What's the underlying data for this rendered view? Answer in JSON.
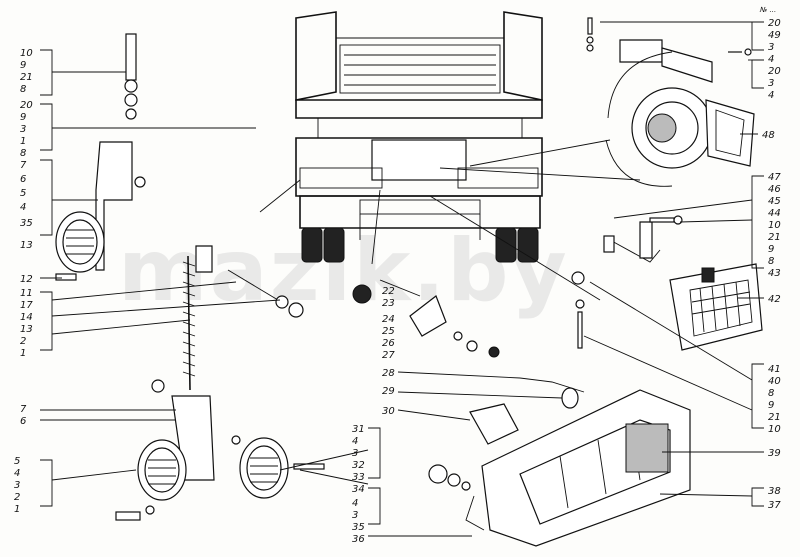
{
  "watermark": "mazik.by",
  "corner_mark": "№ ...",
  "callouts": {
    "tl": [
      "10",
      "9",
      "21",
      "8",
      "20",
      "9",
      "3",
      "1",
      "8",
      "7",
      "6",
      "5",
      "4",
      "35",
      "13",
      "12",
      "11",
      "17",
      "14",
      "13",
      "2",
      "1"
    ],
    "tr": [
      "20",
      "49",
      "3",
      "4",
      "20",
      "3",
      "4"
    ],
    "r48": "48",
    "rmid": [
      "47",
      "46",
      "45",
      "44",
      "10",
      "21",
      "9",
      "8",
      "43"
    ],
    "r42": "42",
    "rlow": [
      "41",
      "40",
      "8",
      "9",
      "21",
      "10"
    ],
    "c": [
      "22",
      "23",
      "24",
      "25",
      "26",
      "27",
      "28",
      "29",
      "30"
    ],
    "r39": "39",
    "rbot": [
      "38",
      "37"
    ],
    "cbot": [
      "31",
      "4",
      "3",
      "32",
      "33",
      "34",
      "4",
      "3",
      "35",
      "36"
    ],
    "lbot": [
      "7",
      "6",
      "5",
      "4",
      "3",
      "2",
      "1"
    ]
  }
}
